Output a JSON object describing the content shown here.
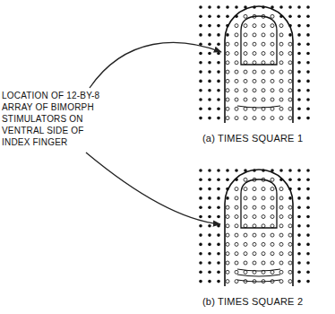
{
  "diagram": {
    "labels": [
      "LOCATION OF 12-BY-8 ARRAY OF BIMORPH STIMULATORS ON VENTRAL SIDE OF INDEX FINGER",
      "(a) TIMES SQUARE 1",
      "(b) TIMES SQUARE 2"
    ]
  }
}
